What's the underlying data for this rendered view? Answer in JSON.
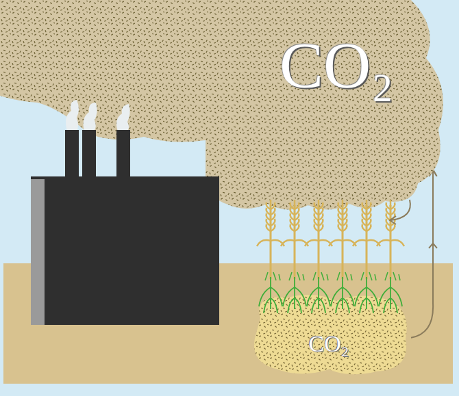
{
  "diagram": {
    "nodes": [
      {
        "text": [
          "CO₂"
        ]
      },
      {
        "text": [
          "CO₂"
        ]
      }
    ],
    "edges": [
      {
        "from": 1,
        "to": 0,
        "arrow": "to"
      }
    ]
  }
}
